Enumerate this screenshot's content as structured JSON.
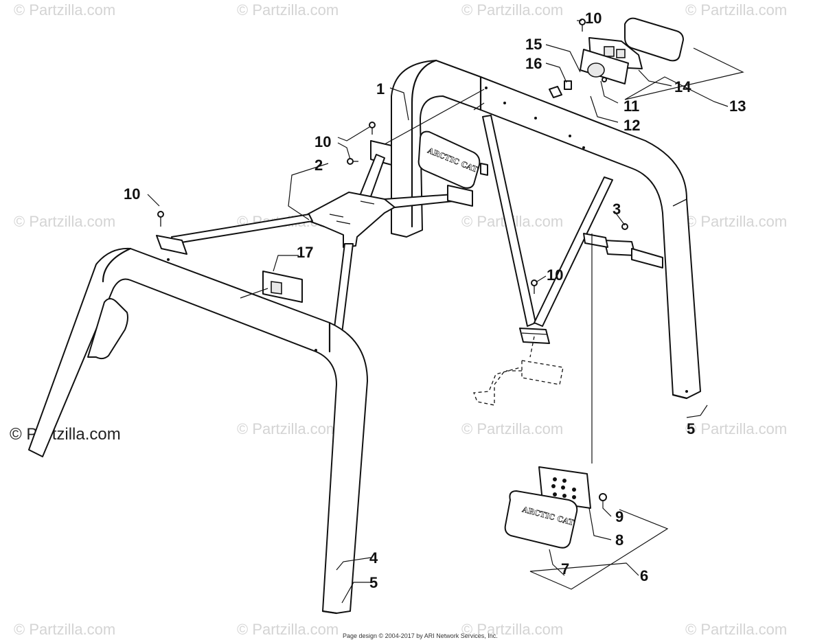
{
  "watermark": {
    "text": "© Partzilla.com",
    "main_text": "© Partzilla.com"
  },
  "footer": {
    "text": "Page design © 2004-2017 by ARI Network Services, Inc."
  },
  "badges": {
    "rear_badge_text": "ARCTIC CAT",
    "lower_badge_text": "ARCTIC CAT"
  },
  "callouts": [
    {
      "id": "c1",
      "text": "1"
    },
    {
      "id": "c2",
      "text": "2"
    },
    {
      "id": "c3",
      "text": "3"
    },
    {
      "id": "c4",
      "text": "4"
    },
    {
      "id": "c5a",
      "text": "5"
    },
    {
      "id": "c5b",
      "text": "5"
    },
    {
      "id": "c6",
      "text": "6"
    },
    {
      "id": "c7",
      "text": "7"
    },
    {
      "id": "c8",
      "text": "8"
    },
    {
      "id": "c9",
      "text": "9"
    },
    {
      "id": "c10a",
      "text": "10"
    },
    {
      "id": "c10b",
      "text": "10"
    },
    {
      "id": "c10c",
      "text": "10"
    },
    {
      "id": "c10d",
      "text": "10"
    },
    {
      "id": "c11",
      "text": "11"
    },
    {
      "id": "c12",
      "text": "12"
    },
    {
      "id": "c13",
      "text": "13"
    },
    {
      "id": "c14",
      "text": "14"
    },
    {
      "id": "c15",
      "text": "15"
    },
    {
      "id": "c16",
      "text": "16"
    },
    {
      "id": "c17",
      "text": "17"
    }
  ]
}
